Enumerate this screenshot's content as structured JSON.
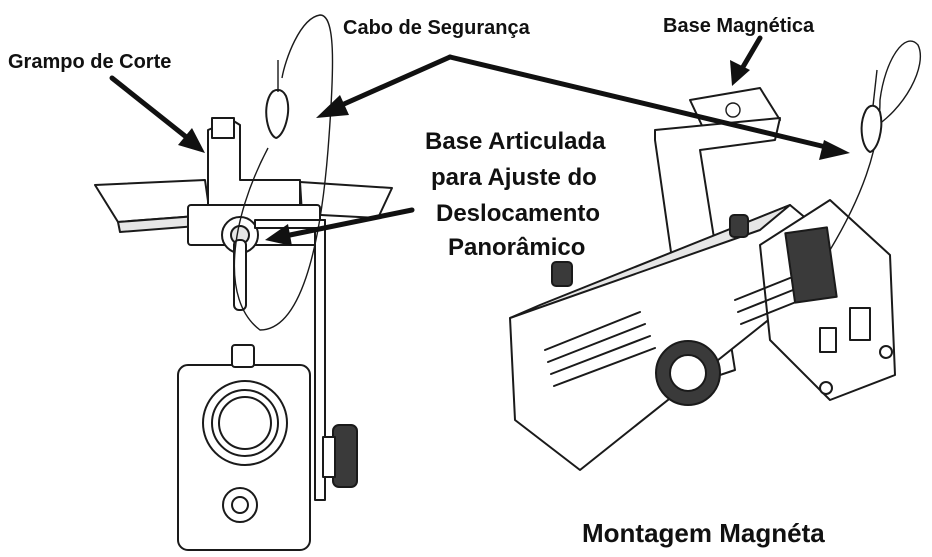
{
  "labels": {
    "grampo": "Grampo de Corte",
    "cabo": "Cabo de Segurança",
    "base_magnetica": "Base Magnética",
    "base_articulada_1": "Base Articulada",
    "base_articulada_2": "para Ajuste do",
    "base_articulada_3": "Deslocamento",
    "base_articulada_4": "Panorâmico",
    "montagem": "Montagem Magnéta"
  }
}
